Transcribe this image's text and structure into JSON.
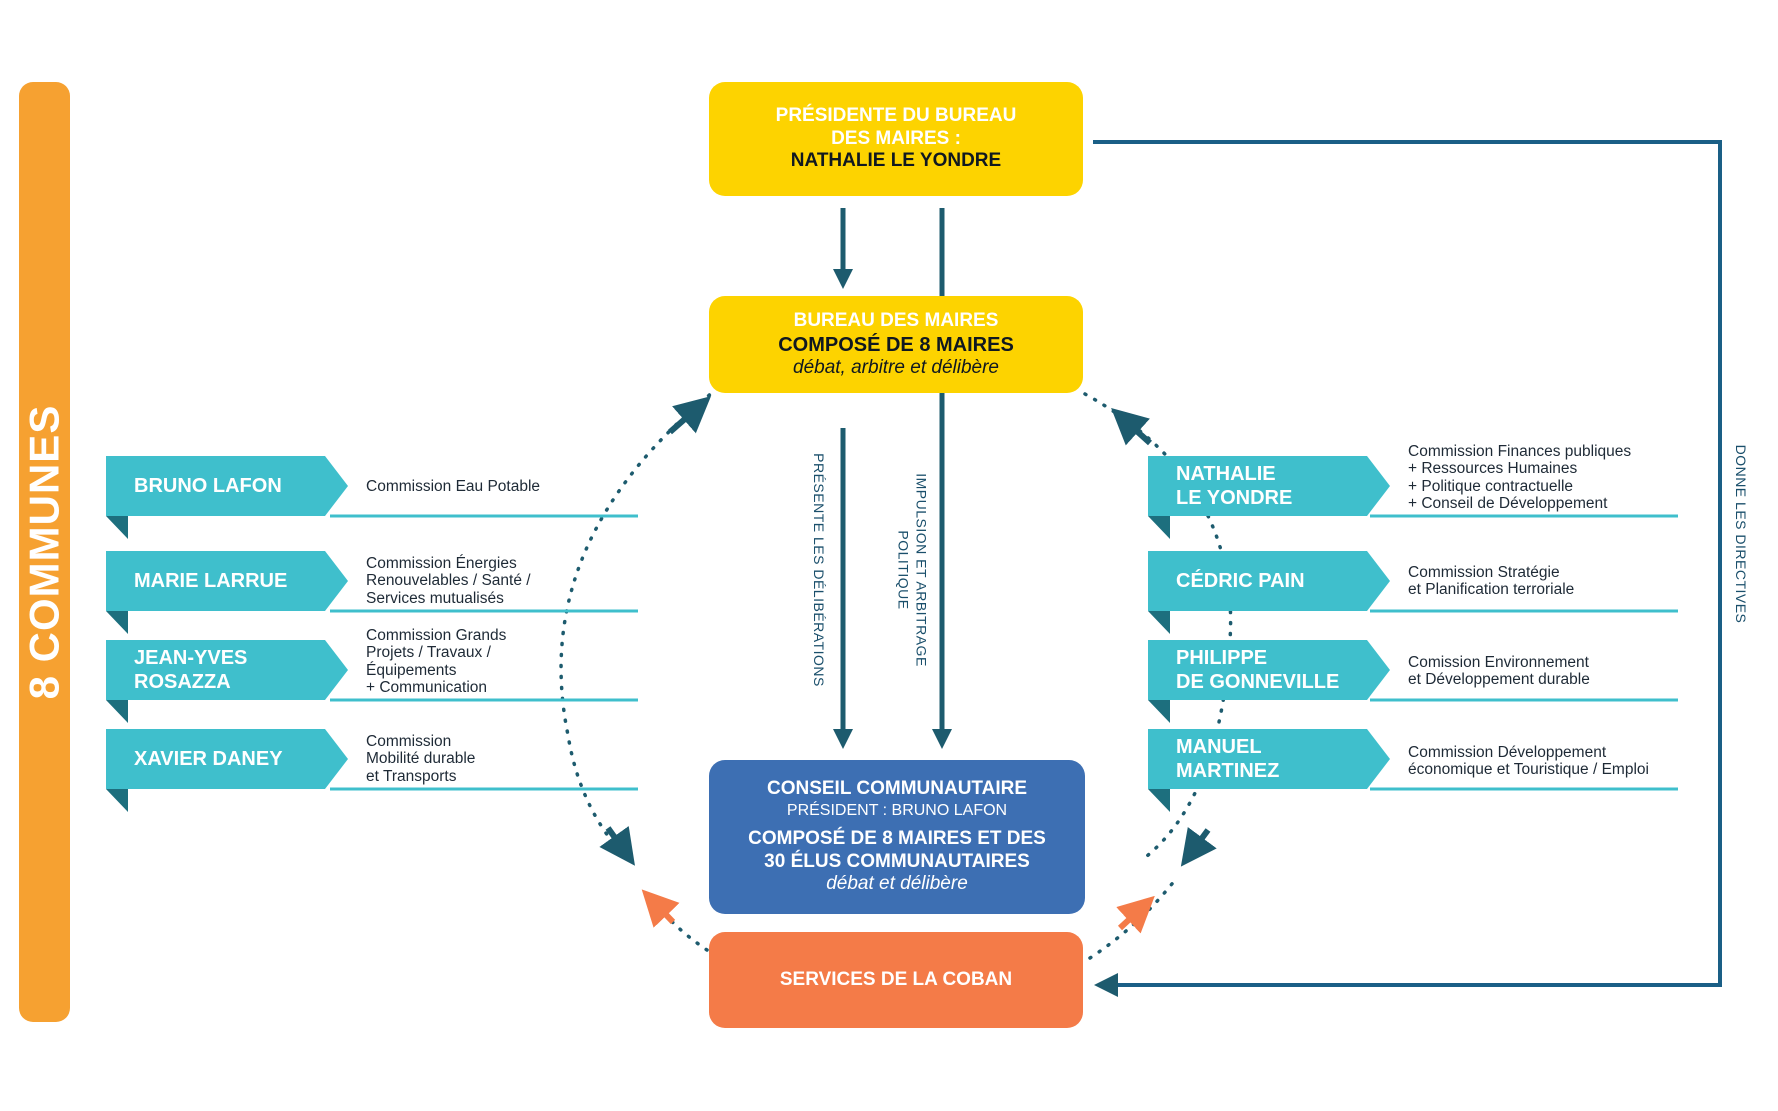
{
  "side_label": "8 COMMUNES",
  "president_box": {
    "line1": "PRÉSIDENTE DU BUREAU",
    "line2": "DES MAIRES :",
    "name": "NATHALIE LE YONDRE"
  },
  "bureau_box": {
    "title": "BUREAU DES MAIRES",
    "composition": "COMPOSÉ DE 8 MAIRES",
    "role": "débat, arbitre et délibère"
  },
  "conseil_box": {
    "title": "CONSEIL COMMUNAUTAIRE",
    "president": "PRÉSIDENT : BRUNO LAFON",
    "composition_line1": "COMPOSÉ DE 8 MAIRES ET DES",
    "composition_line2": "30 ÉLUS COMMUNAUTAIRES",
    "role": "débat et délibère"
  },
  "services_box": {
    "title": "SERVICES DE LA COBAN"
  },
  "connector_labels": {
    "presente": "PRÉSENTE LES DÉLIBÉRATIONS",
    "impulsion_line1": "IMPULSION ET ARBITRAGE",
    "impulsion_line2": "POLITIQUE",
    "directives": "DONNE LES DIRECTIVES"
  },
  "left_members": [
    {
      "name_lines": [
        "BRUNO LAFON"
      ],
      "commission_lines": [
        "Commission Eau Potable"
      ]
    },
    {
      "name_lines": [
        "MARIE LARRUE"
      ],
      "commission_lines": [
        "Commission Énergies",
        "Renouvelables / Santé /",
        "Services mutualisés"
      ]
    },
    {
      "name_lines": [
        "JEAN-YVES",
        "ROSAZZA"
      ],
      "commission_lines": [
        "Commission Grands",
        "Projets / Travaux /",
        "Équipements",
        "+ Communication"
      ]
    },
    {
      "name_lines": [
        "XAVIER DANEY"
      ],
      "commission_lines": [
        "Commission",
        "Mobilité durable",
        "et Transports"
      ]
    }
  ],
  "right_members": [
    {
      "name_lines": [
        "NATHALIE",
        "LE YONDRE"
      ],
      "commission_lines": [
        "Commission Finances publiques",
        "+ Ressources Humaines",
        "+ Politique contractuelle",
        "+ Conseil de Développement"
      ]
    },
    {
      "name_lines": [
        "CÉDRIC PAIN"
      ],
      "commission_lines": [
        "Commission Stratégie",
        "et Planification terroriale"
      ]
    },
    {
      "name_lines": [
        "PHILIPPE",
        "DE GONNEVILLE"
      ],
      "commission_lines": [
        "Comission Environnement",
        "et Développement durable"
      ]
    },
    {
      "name_lines": [
        "MANUEL",
        "MARTINEZ"
      ],
      "commission_lines": [
        "Commission Développement",
        "économique et Touristique / Emploi"
      ]
    }
  ],
  "colors": {
    "orange_bar": "#F6A131",
    "yellow": "#FDD300",
    "teal": "#3FBFCC",
    "teal_dark": "#1D6F7E",
    "blue": "#3D6FB3",
    "coral": "#F47B48",
    "navy_line": "#1a4f6b",
    "orange_arrow": "#F47B48"
  },
  "icons": {
    "arrow": "arrow-icon",
    "dotted_arrow": "dotted-arrow-icon"
  }
}
